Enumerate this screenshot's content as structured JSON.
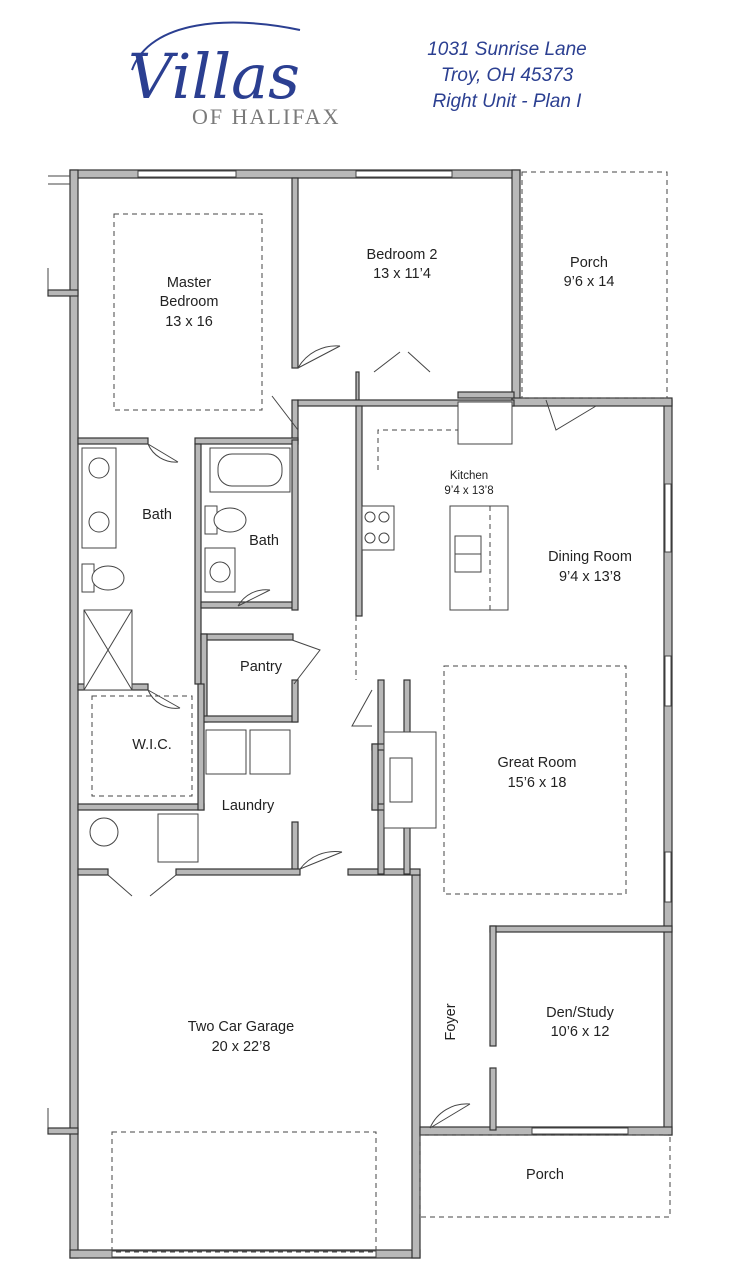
{
  "logo": {
    "script": "Villas",
    "sub": "OF HALIFAX"
  },
  "address": {
    "line1": "1031 Sunrise Lane",
    "line2": "Troy, OH 45373",
    "line3": "Right Unit - Plan I"
  },
  "rooms": {
    "master": {
      "name1": "Master",
      "name2": "Bedroom",
      "size": "13 x 16"
    },
    "bedroom2": {
      "name": "Bedroom 2",
      "size": "13 x 11’4"
    },
    "porch_back": {
      "name": "Porch",
      "size": "9’6 x 14"
    },
    "kitchen": {
      "name": "Kitchen",
      "size": "9’4 x 13’8"
    },
    "dining": {
      "name": "Dining Room",
      "size": "9’4 x 13’8"
    },
    "bath1": {
      "name": "Bath"
    },
    "bath2": {
      "name": "Bath"
    },
    "pantry": {
      "name": "Pantry"
    },
    "wic": {
      "name": "W.I.C."
    },
    "laundry": {
      "name": "Laundry"
    },
    "great": {
      "name": "Great Room",
      "size": "15’6 x 18"
    },
    "garage": {
      "name": "Two Car Garage",
      "size": "20 x 22’8"
    },
    "foyer": {
      "name": "Foyer"
    },
    "den": {
      "name": "Den/Study",
      "size": "10’6 x 12"
    },
    "porch_front": {
      "name": "Porch"
    }
  },
  "colors": {
    "brand": "#2b3f91",
    "logo_sub": "#7a7a7a",
    "wall_fill": "#b8b8b8"
  }
}
